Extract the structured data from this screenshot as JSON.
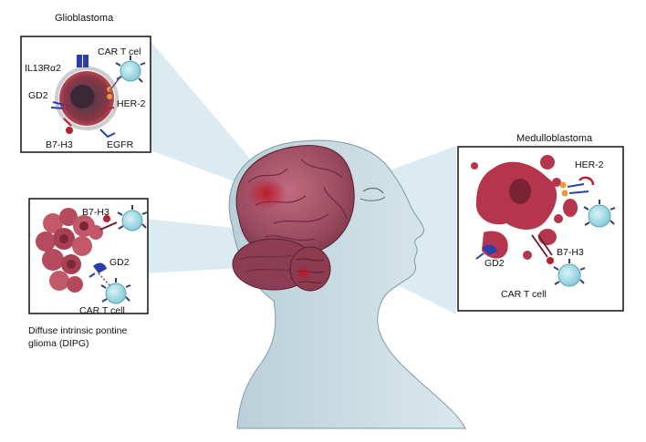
{
  "panels": {
    "glioblastoma": {
      "title": "Glioblastoma",
      "labels": {
        "car_t": "CAR T cel",
        "il13": "IL13Rα2",
        "gd2": "GD2",
        "her2": "HER-2",
        "b7h3": "B7-H3",
        "egfr": "EGFR"
      }
    },
    "dipg": {
      "title_line1": "Diffuse intrinsic pontine",
      "title_line2": "glioma (DIPG)",
      "labels": {
        "b7h3": "B7-H3",
        "gd2": "GD2",
        "car_t": "CAR T cell"
      }
    },
    "medulloblastoma": {
      "title": "Medulloblastoma",
      "labels": {
        "her2": "HER-2",
        "b7h3": "B7-H3",
        "gd2": "GD2",
        "car_t": "CAR T cell"
      }
    }
  },
  "colors": {
    "tumor": "#a8324a",
    "tumor_dark": "#5a2030",
    "car_t": "#8fd3df",
    "receptor_blue": "#2b3fa8",
    "receptor_red": "#b5222e",
    "beam": "#d6e8ef",
    "head": "#c9dce3",
    "brain": "#a8566b"
  },
  "icons": [
    "car-t-cell-icon",
    "tumor-cell-icon",
    "receptor-icon",
    "brain-icon",
    "head-silhouette-icon"
  ]
}
